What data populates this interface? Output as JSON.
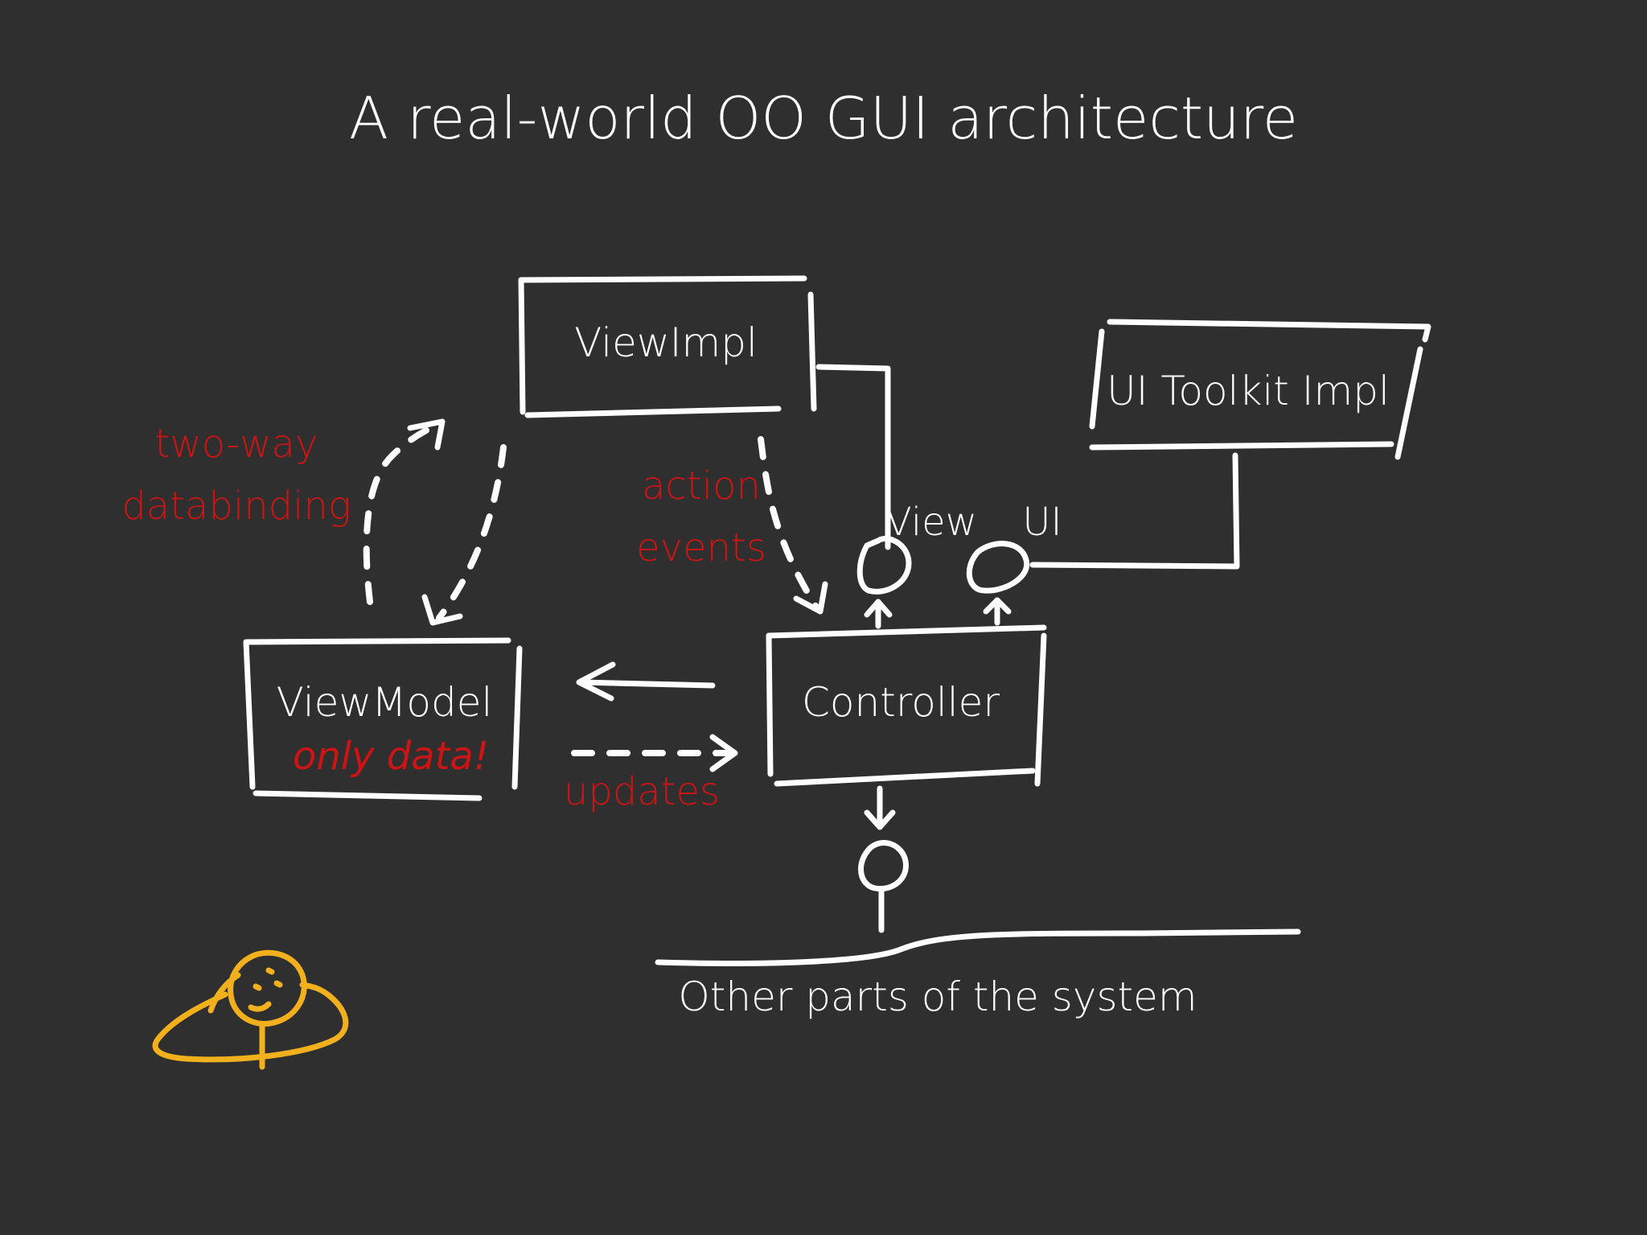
{
  "title": "A real-world OO GUI architecture",
  "boxes": {
    "view_impl": "ViewImpl",
    "ui_toolkit_impl": "UI Toolkit Impl",
    "view_model": "ViewModel",
    "view_model_note": "only data!",
    "controller": "Controller"
  },
  "interfaces": {
    "view": "View",
    "ui": "UI"
  },
  "annotations": {
    "two_way_line1": "two-way",
    "two_way_line2": "databinding",
    "action_line1": "action",
    "action_line2": "events",
    "updates": "updates"
  },
  "system_bus": "Other parts of the system",
  "colors": {
    "background": "#2f2f2f",
    "chalk": "#ffffff",
    "annotation": "#cc1414",
    "doodle": "#f2b11c"
  }
}
